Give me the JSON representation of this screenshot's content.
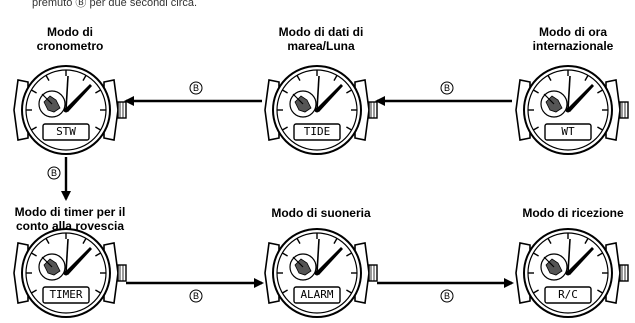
{
  "header": {
    "text": "premuto Ⓑ per due secondi circa."
  },
  "modes": {
    "stopwatch": {
      "label_line1": "Modo di",
      "label_line2": "cronometro",
      "display": "STW"
    },
    "tide": {
      "label_line1": "Modo di dati di",
      "label_line2": "marea/Luna",
      "display": "TIDE"
    },
    "world_time": {
      "label_line1": "Modo di ora",
      "label_line2": "internazionale",
      "display": "WT"
    },
    "timer": {
      "label_line1": "Modo di timer per il",
      "label_line2": "conto alla rovescia",
      "display": "TIMER"
    },
    "alarm": {
      "label_line1": "Modo di suoneria",
      "label_line2": "",
      "display": "ALARM"
    },
    "receive": {
      "label_line1": "Modo di ricezione",
      "label_line2": "",
      "display": "R/C"
    }
  },
  "button_label": "B"
}
